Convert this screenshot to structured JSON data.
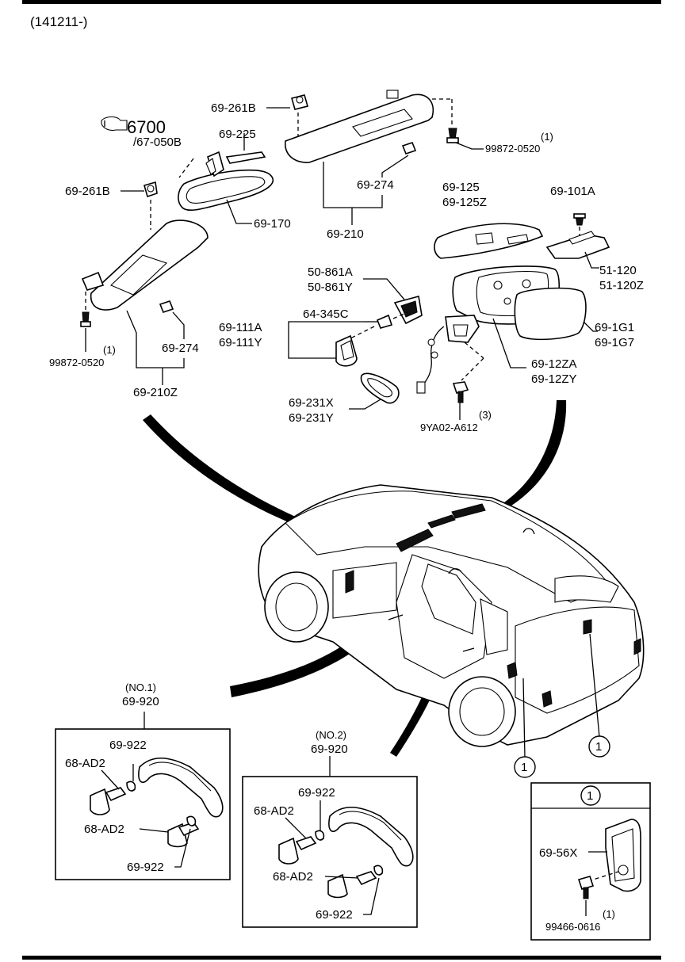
{
  "header": {
    "code": "(141211-)"
  },
  "labels": {
    "l_69_261b_top": "69-261B",
    "l_6700": "6700",
    "l_67_050b": "/67-050B",
    "l_69_225": "69-225",
    "l_69_261b_left": "69-261B",
    "l_69_170": "69-170",
    "l_69_274_top": "69-274",
    "l_69_210": "69-210",
    "l_q1_top": "(1)",
    "l_99872_top": "99872-0520",
    "l_69_125": "69-125",
    "l_69_125z": "69-125Z",
    "l_69_101a": "69-101A",
    "l_51_120": "51-120",
    "l_51_120z": "51-120Z",
    "l_69_1g1": "69-1G1",
    "l_69_1g7": "69-1G7",
    "l_69_12za": "69-12ZA",
    "l_69_12zy": "69-12ZY",
    "l_q3": "(3)",
    "l_9ya02": "9YA02-A612",
    "l_50_861a": "50-861A",
    "l_50_861y": "50-861Y",
    "l_64_345c": "64-345C",
    "l_69_111a": "69-111A",
    "l_69_111y": "69-111Y",
    "l_69_231x": "69-231X",
    "l_69_231y": "69-231Y",
    "l_q1_left": "(1)",
    "l_99872_left": "99872-0520",
    "l_69_274_left": "69-274",
    "l_69_210z": "69-210Z",
    "l_no1": "(NO.1)",
    "l_69_920_a": "69-920",
    "l_69_922_a1": "69-922",
    "l_68_ad2_a1": "68-AD2",
    "l_68_ad2_a2": "68-AD2",
    "l_69_922_a2": "69-922",
    "l_no2": "(NO.2)",
    "l_69_920_b": "69-920",
    "l_69_922_b1": "69-922",
    "l_68_ad2_b1": "68-AD2",
    "l_68_ad2_b2": "68-AD2",
    "l_69_922_b2": "69-922",
    "l_c1_a": "1",
    "l_c1_b": "1",
    "l_c1_c": "1",
    "l_69_56x": "69-56X",
    "l_q1_box": "(1)",
    "l_99466": "99466-0616"
  }
}
